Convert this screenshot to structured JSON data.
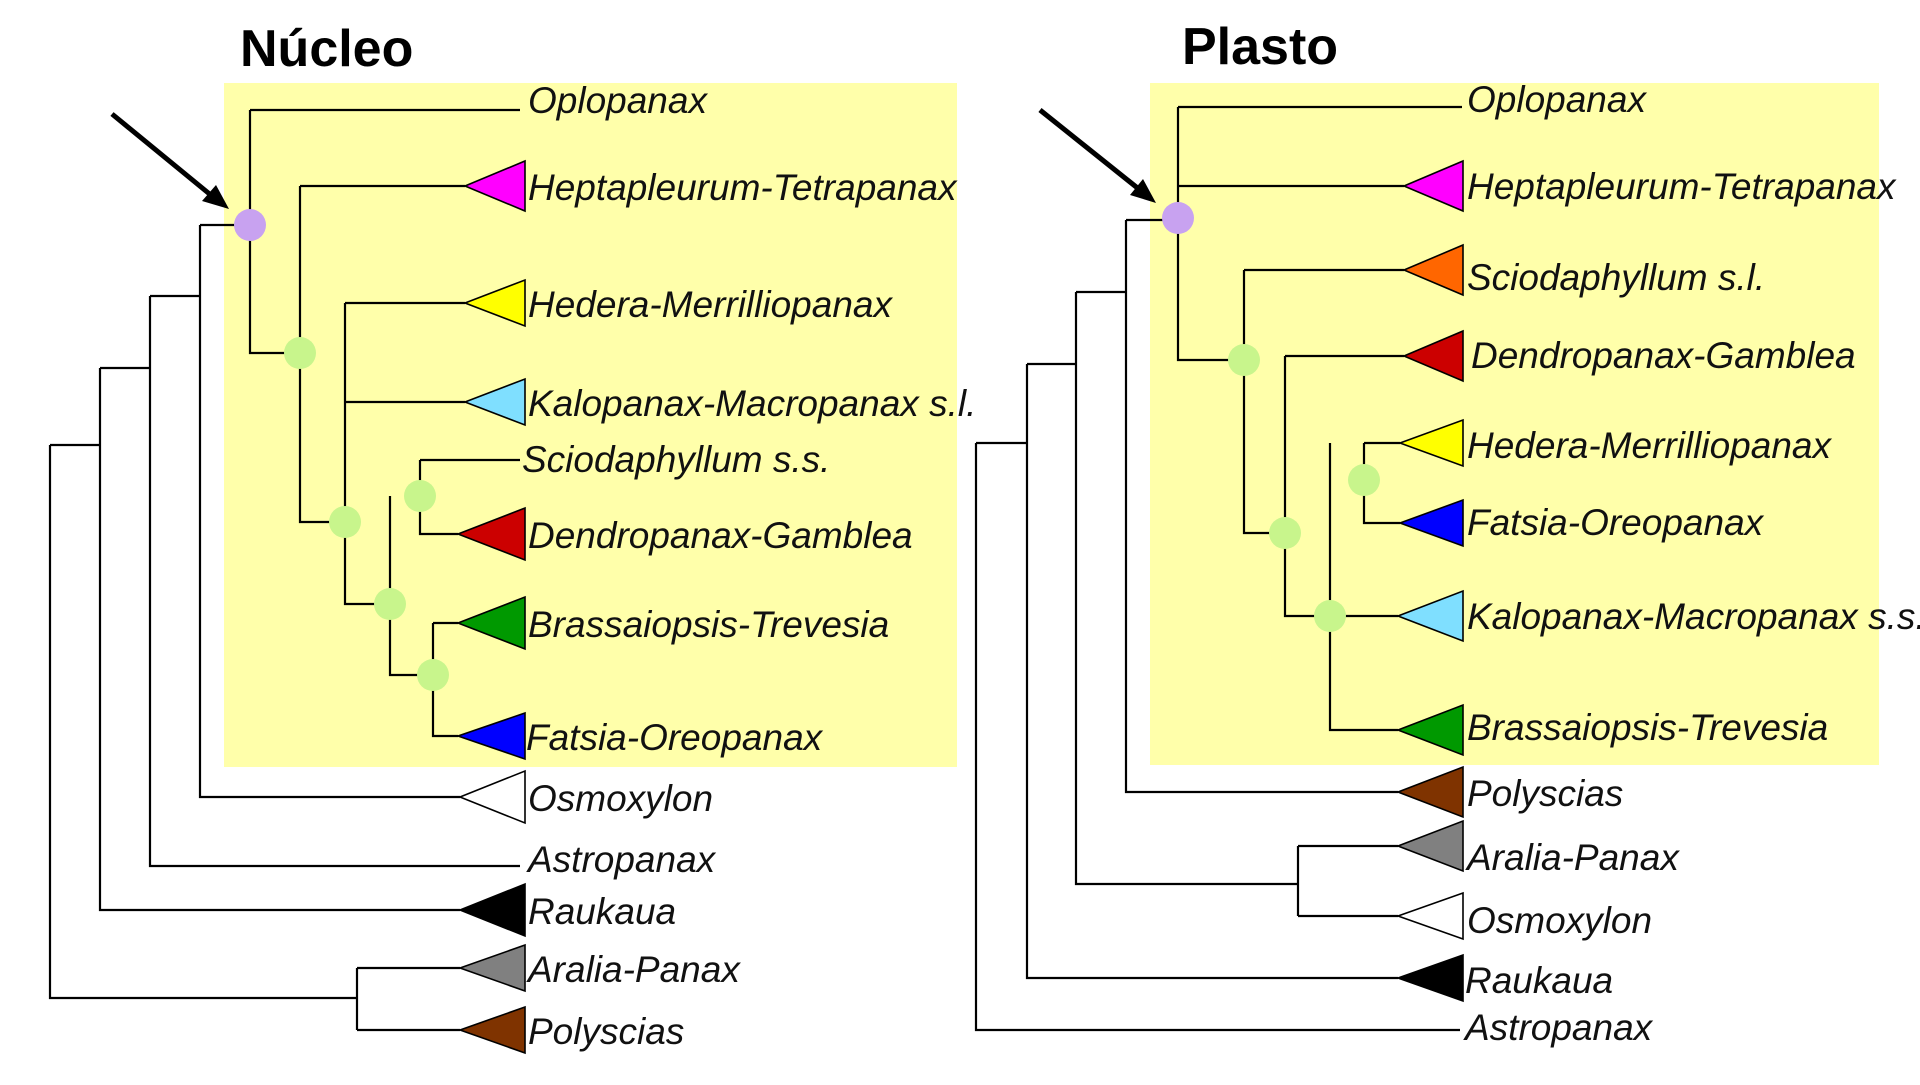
{
  "colors": {
    "highlight": "#FFFFAA",
    "node_root": "#C8A2F0",
    "node_support": "#C8F58C",
    "arrow": "#000000"
  },
  "panels": [
    {
      "id": "nucleo",
      "title": "Núcleo",
      "taxa": [
        {
          "label": "Oplopanax",
          "color": null
        },
        {
          "label": "Heptapleurum-Tetrapanax",
          "color": "#FF00FF"
        },
        {
          "label": "Hedera-Merrilliopanax",
          "color": "#FFFF00"
        },
        {
          "label": "Kalopanax-Macropanax s.l.",
          "color": "#7FDFFF"
        },
        {
          "label": "Sciodaphyllum s.s.",
          "color": null
        },
        {
          "label": "Dendropanax-Gamblea",
          "color": "#CC0000"
        },
        {
          "label": "Brassaiopsis-Trevesia",
          "color": "#009900"
        },
        {
          "label": "Fatsia-Oreopanax",
          "color": "#0000FF"
        },
        {
          "label": "Osmoxylon",
          "color": "#FFFFFF"
        },
        {
          "label": "Astropanax",
          "color": null
        },
        {
          "label": "Raukaua",
          "color": "#000000"
        },
        {
          "label": "Aralia-Panax",
          "color": "#808080"
        },
        {
          "label": "Polyscias",
          "color": "#7F3300"
        }
      ]
    },
    {
      "id": "plasto",
      "title": "Plasto",
      "taxa": [
        {
          "label": "Oplopanax",
          "color": null
        },
        {
          "label": "Heptapleurum-Tetrapanax",
          "color": "#FF00FF"
        },
        {
          "label": "Sciodaphyllum s.l.",
          "color": "#FF6600"
        },
        {
          "label": "Dendropanax-Gamblea",
          "color": "#CC0000"
        },
        {
          "label": "Hedera-Merrilliopanax",
          "color": "#FFFF00"
        },
        {
          "label": "Fatsia-Oreopanax",
          "color": "#0000FF"
        },
        {
          "label": "Kalopanax-Macropanax s.s.",
          "color": "#7FDFFF"
        },
        {
          "label": "Brassaiopsis-Trevesia",
          "color": "#009900"
        },
        {
          "label": "Polyscias",
          "color": "#7F3300"
        },
        {
          "label": "Aralia-Panax",
          "color": "#808080"
        },
        {
          "label": "Osmoxylon",
          "color": "#FFFFFF"
        },
        {
          "label": "Raukaua",
          "color": "#000000"
        },
        {
          "label": "Astropanax",
          "color": null
        }
      ]
    }
  ]
}
